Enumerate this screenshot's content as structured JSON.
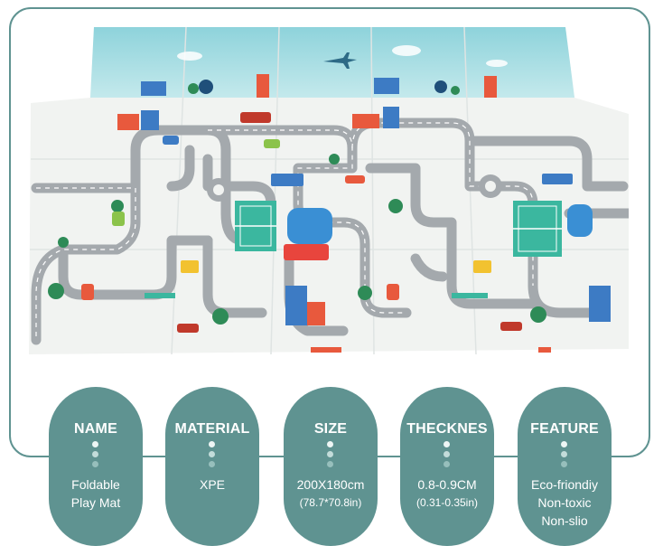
{
  "specs": [
    {
      "title": "NAME",
      "lines": [
        "Foldable",
        "Play Mat"
      ]
    },
    {
      "title": "MATERIAL",
      "lines": [
        "XPE"
      ]
    },
    {
      "title": "SIZE",
      "lines": [
        "200X180cm"
      ],
      "sub": "(78.7*70.8in)"
    },
    {
      "title": "THECKNES",
      "lines": [
        "0.8-0.9CM"
      ],
      "sub": "(0.31-0.35in)"
    },
    {
      "title": "FEATURE",
      "lines": [
        "Eco-friondiy",
        "Non-toxic",
        "Non-slio"
      ]
    }
  ],
  "colors": {
    "pill": "#5f9391",
    "sky": "#8fd4dc",
    "mat": "#f1f3f1",
    "road": "#a4a9ad",
    "court": "#3bb79f"
  }
}
